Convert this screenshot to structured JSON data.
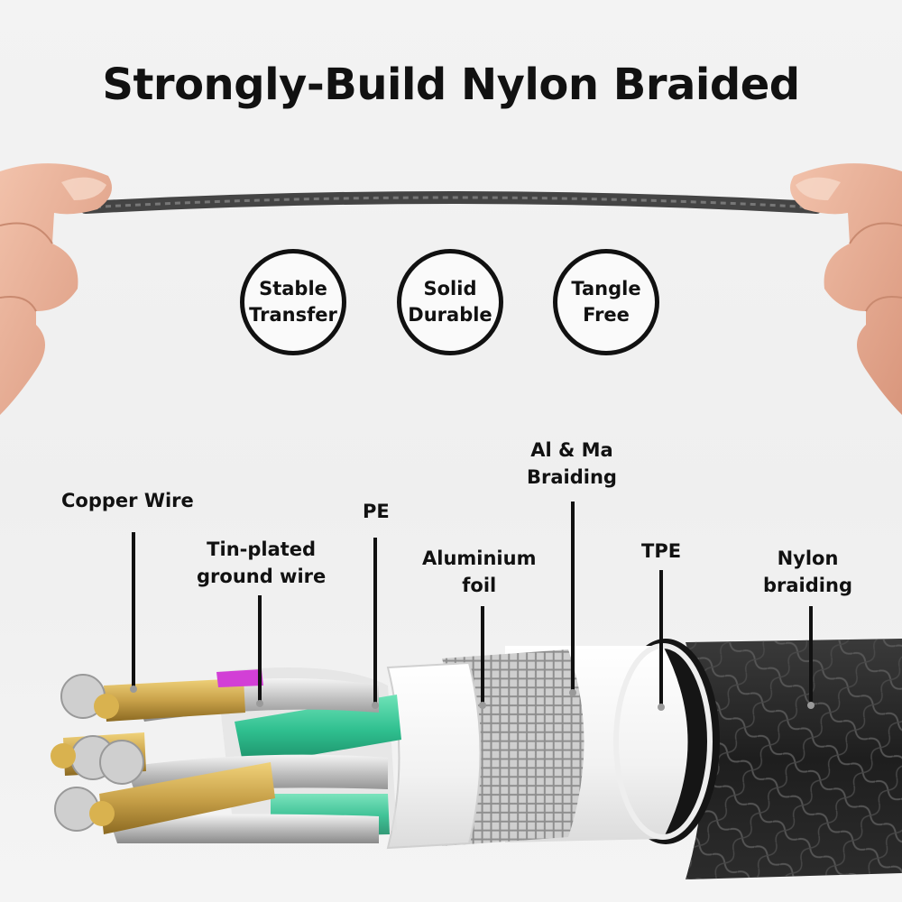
{
  "title": "Strongly-Build Nylon Braided",
  "badges": [
    {
      "line1": "Stable",
      "line2": "Transfer"
    },
    {
      "line1": "Solid",
      "line2": "Durable"
    },
    {
      "line1": "Tangle",
      "line2": "Free"
    }
  ],
  "layers": [
    {
      "line1": "Copper Wire",
      "line2": ""
    },
    {
      "line1": "Tin-plated",
      "line2": "ground wire"
    },
    {
      "line1": "PE",
      "line2": ""
    },
    {
      "line1": "Aluminium",
      "line2": "foil"
    },
    {
      "line1": "Al & Ma",
      "line2": "Braiding"
    },
    {
      "line1": "TPE",
      "line2": ""
    },
    {
      "line1": "Nylon",
      "line2": "braiding"
    }
  ],
  "colors": {
    "text": "#111111",
    "copper": "#c9a24a",
    "pe_green": "#2fbf8f",
    "tpe_white": "#ffffff",
    "nylon_black": "#2a2a2a",
    "skin": "#e9b19a"
  }
}
